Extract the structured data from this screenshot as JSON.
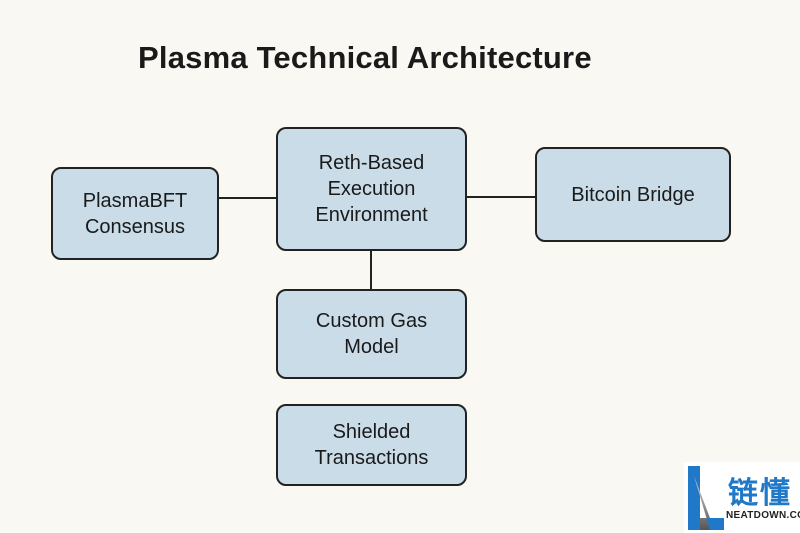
{
  "title": "Plasma Technical Architecture",
  "nodes": {
    "consensus": "PlasmaBFT\nConsensus",
    "execution": "Reth-Based\nExecution\nEnvironment",
    "bridge": "Bitcoin Bridge",
    "gas": "Custom Gas\nModel",
    "shielded": "Shielded\nTransactions"
  },
  "watermark": {
    "cn": "链懂",
    "en": "NEATDOWN.COM"
  },
  "colors": {
    "background": "#faf8f3",
    "box_fill": "#c9dce8",
    "stroke": "#222222",
    "logo_blue": "#1f78c8"
  }
}
